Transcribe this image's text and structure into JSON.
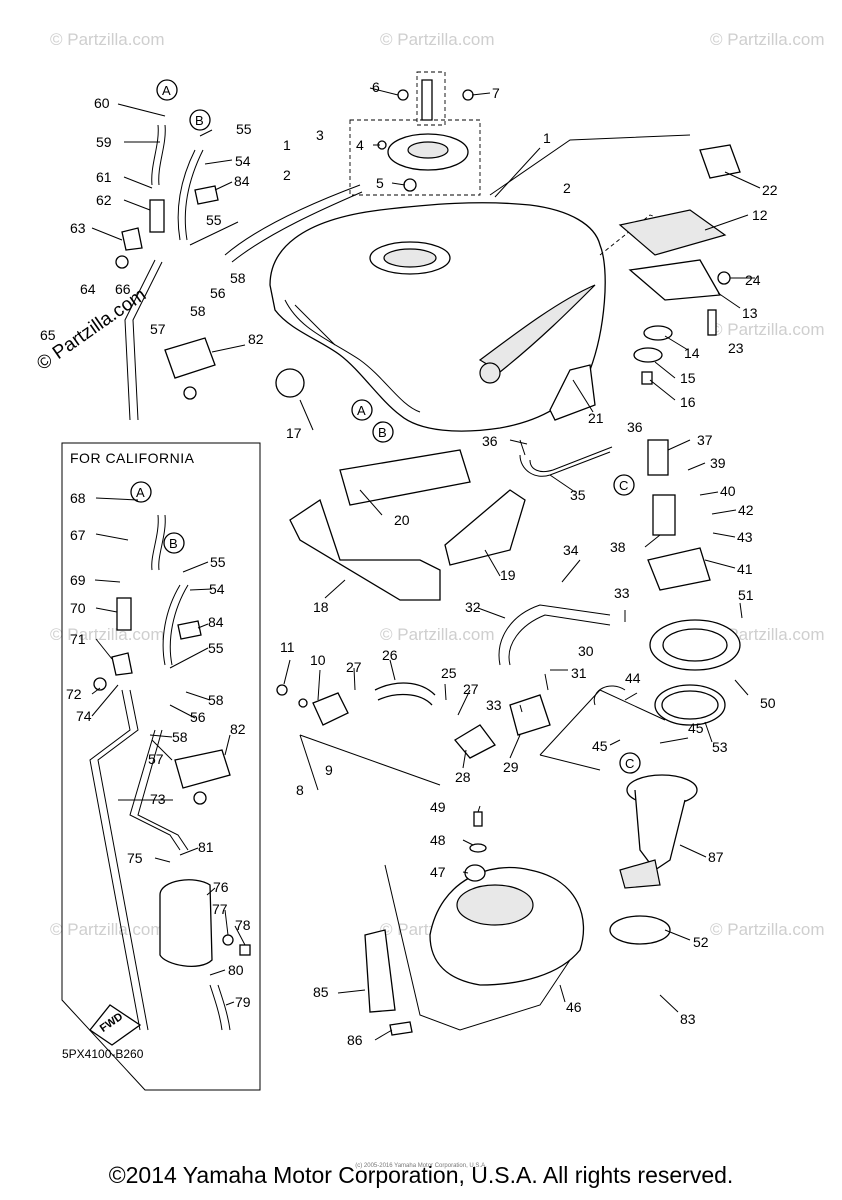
{
  "watermark": "© Partzilla.com",
  "california_title": "FOR CALIFORNIA",
  "diagram_code": "5PX4100-B260",
  "fwd_label": "FWD",
  "copyright": "©2014 Yamaha Motor Corporation, U.S.A. All rights reserved.",
  "small_print": "(c) 2005-2016 Yamaha Motor Corporation, U.S.A.",
  "connectors": [
    "A",
    "B",
    "C"
  ],
  "callouts": [
    "1",
    "2",
    "3",
    "4",
    "5",
    "6",
    "7",
    "8",
    "9",
    "10",
    "11",
    "12",
    "13",
    "14",
    "15",
    "16",
    "17",
    "18",
    "19",
    "20",
    "21",
    "22",
    "23",
    "24",
    "25",
    "26",
    "27",
    "28",
    "29",
    "30",
    "31",
    "32",
    "33",
    "34",
    "35",
    "36",
    "37",
    "38",
    "39",
    "40",
    "41",
    "42",
    "43",
    "44",
    "45",
    "46",
    "47",
    "48",
    "49",
    "50",
    "51",
    "52",
    "53",
    "54",
    "55",
    "56",
    "57",
    "58",
    "59",
    "60",
    "61",
    "62",
    "63",
    "64",
    "65",
    "66",
    "67",
    "68",
    "69",
    "70",
    "71",
    "72",
    "73",
    "74",
    "75",
    "76",
    "77",
    "78",
    "79",
    "80",
    "81",
    "82",
    "83",
    "84",
    "85",
    "86",
    "87"
  ]
}
